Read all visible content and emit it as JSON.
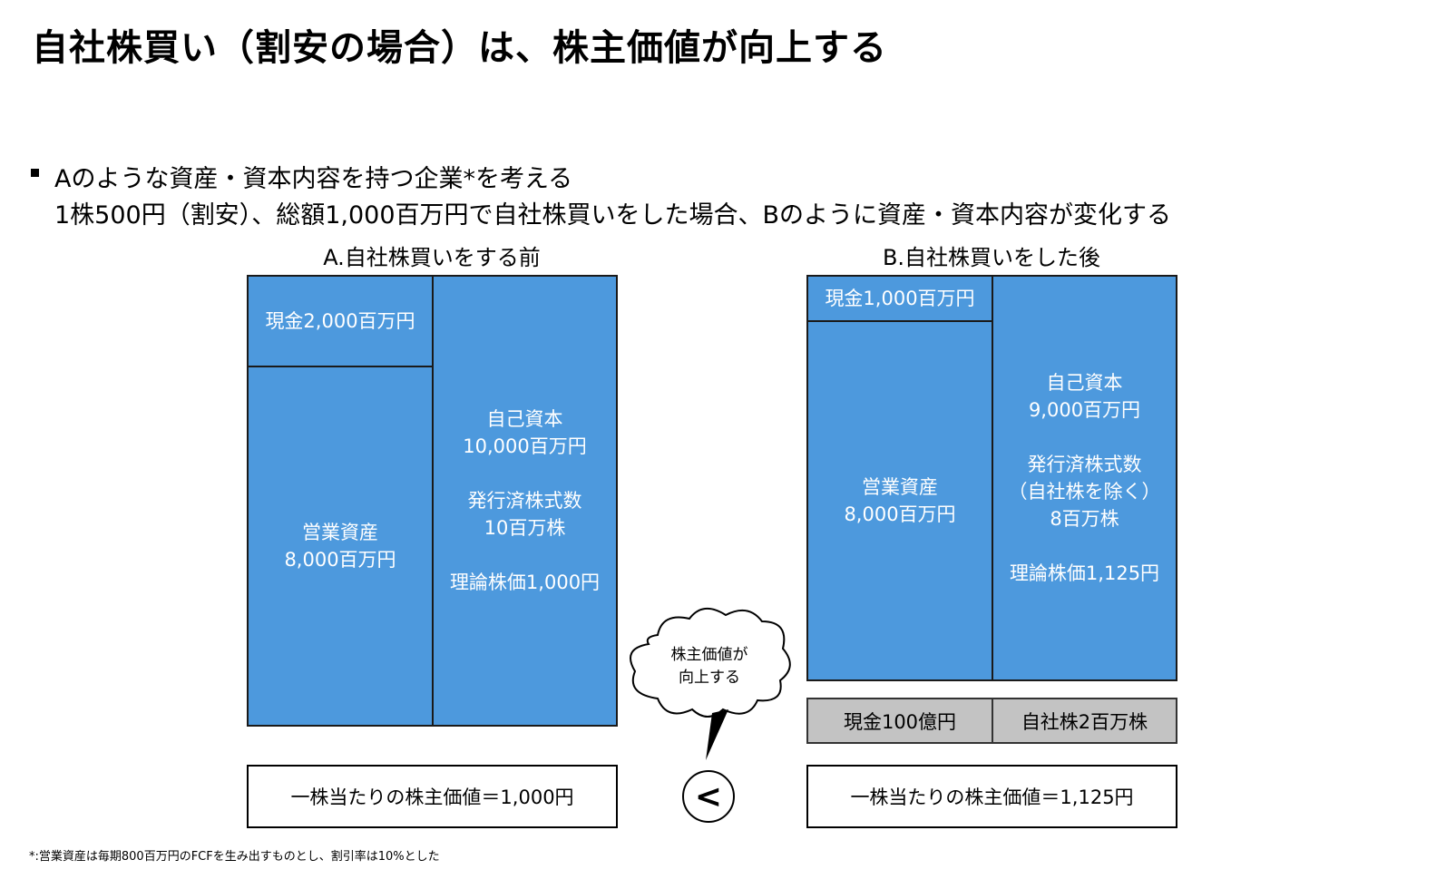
{
  "title": "自社株買い（割安の場合）は、株主価値が向上する",
  "bullets": [
    "Aのような資産・資本内容を持つ企業*を考える",
    "1株500円（割安）、総額1,000百万円で自社株買いをした場合、Bのように資産・資本内容が変化する"
  ],
  "a": {
    "heading": "A.自社株買いをする前",
    "cash": "現金2,000百万円",
    "operating": "営業資産\n8,000百万円",
    "equity": "自己資本\n10,000百万円\n\n発行済株式数\n10百万株\n\n理論株価1,000円",
    "value": "一株当たりの株主価値＝1,000円"
  },
  "b": {
    "heading": "B.自社株買いをした後",
    "cash": "現金1,000百万円",
    "operating": "営業資産\n8,000百万円",
    "equity": "自己資本\n9,000百万円\n\n発行済株式数\n（自社株を除く）\n8百万株\n\n理論株価1,125円",
    "paid_cash": "現金100億円",
    "treasury": "自社株2百万株",
    "value": "一株当たりの株主価値＝1,125円"
  },
  "cloud": {
    "line1": "株主価値が",
    "line2": "向上する"
  },
  "comparison": "<",
  "footnote": "*:営業資産は毎期800百万円のFCFを生み出すものとし、割引率は10%とした",
  "colors": {
    "block": "#4d99dd",
    "gray": "#c3c3c3"
  }
}
